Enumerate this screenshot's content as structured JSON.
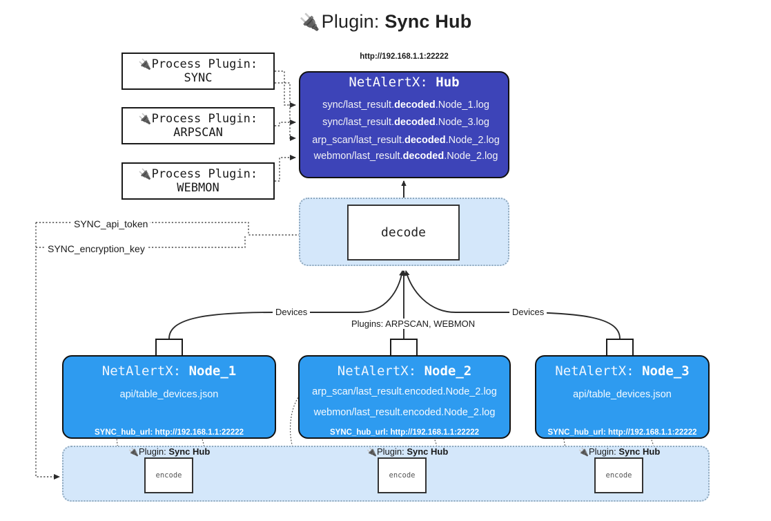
{
  "header": {
    "icon": "plug-icon",
    "prefix": "Plugin: ",
    "title": "Sync Hub"
  },
  "process_plugins": {
    "icon": "plug-icon",
    "caption": "Process Plugin:",
    "items": [
      {
        "name": "SYNC"
      },
      {
        "name": "ARPSCAN"
      },
      {
        "name": "WEBMON"
      }
    ]
  },
  "hub": {
    "url": "http://192.168.1.1:22222",
    "title_prefix": "NetAlertX: ",
    "title_name": "Hub",
    "color": "#3d44b8",
    "lines": [
      {
        "pre": "sync/last_result.",
        "mid": "decoded",
        "post": ".Node_1.log"
      },
      {
        "pre": "sync/last_result.",
        "mid": "decoded",
        "post": ".Node_3.log"
      },
      {
        "pre": "arp_scan/last_result.",
        "mid": "decoded",
        "post": ".Node_2.log"
      },
      {
        "pre": "webmon/last_result.",
        "mid": "decoded",
        "post": ".Node_2.log"
      }
    ]
  },
  "decode": {
    "label": "decode",
    "group_color": "#d4e7fa"
  },
  "tokens": [
    {
      "label": "SYNC_api_token"
    },
    {
      "label": "SYNC_encryption_key"
    }
  ],
  "edge_labels": {
    "devices_left": "Devices",
    "devices_right": "Devices",
    "plugins_center": "Plugins: ARPSCAN, WEBMON"
  },
  "nodes": [
    {
      "title_prefix": "NetAlertX: ",
      "title_name": "Node_1",
      "lines": [
        "api/table_devices.json"
      ],
      "footer": "SYNC_hub_url: http://192.168.1.1:22222",
      "color": "#2e9bf0",
      "envelope": "envelope-icon"
    },
    {
      "title_prefix": "NetAlertX: ",
      "title_name": "Node_2",
      "lines": [
        "arp_scan/last_result.encoded.Node_2.log",
        "webmon/last_result.encoded.Node_2.log"
      ],
      "footer": "SYNC_hub_url: http://192.168.1.1:22222",
      "color": "#2e9bf0",
      "envelope": "envelope-icon"
    },
    {
      "title_prefix": "NetAlertX: ",
      "title_name": "Node_3",
      "lines": [
        "api/table_devices.json"
      ],
      "footer": "SYNC_hub_url: http://192.168.1.1:22222",
      "color": "#2e9bf0",
      "envelope": "envelope-icon"
    }
  ],
  "encoders": {
    "group_color": "#d4e7fa",
    "caption_icon": "plug-icon",
    "caption_prefix": "Plugin: ",
    "caption_name": "Sync Hub",
    "box_label": "encode",
    "items": [
      {
        "label": "encode"
      },
      {
        "label": "encode"
      },
      {
        "label": "encode"
      }
    ]
  }
}
